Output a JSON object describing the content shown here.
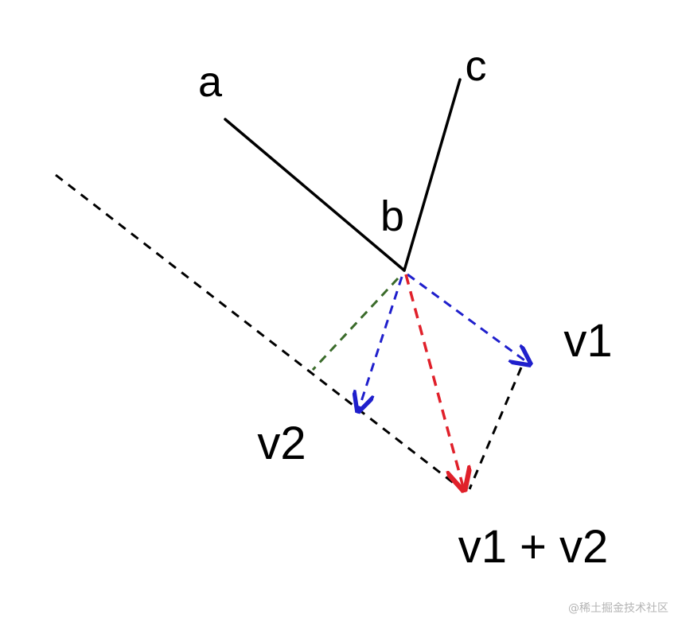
{
  "labels": {
    "a": "a",
    "b": "b",
    "c": "c",
    "v1": "v1",
    "v2": "v2",
    "sum": "v1 + v2"
  },
  "watermark": "@稀土掘金技术社区",
  "colors": {
    "solid_line": "#000000",
    "dashed_black": "#000000",
    "v1_arrow": "#1f1fcc",
    "v2_arrow": "#1f1fcc",
    "projection": "#3a6b2a",
    "sum_arrow": "#e0202a"
  }
}
